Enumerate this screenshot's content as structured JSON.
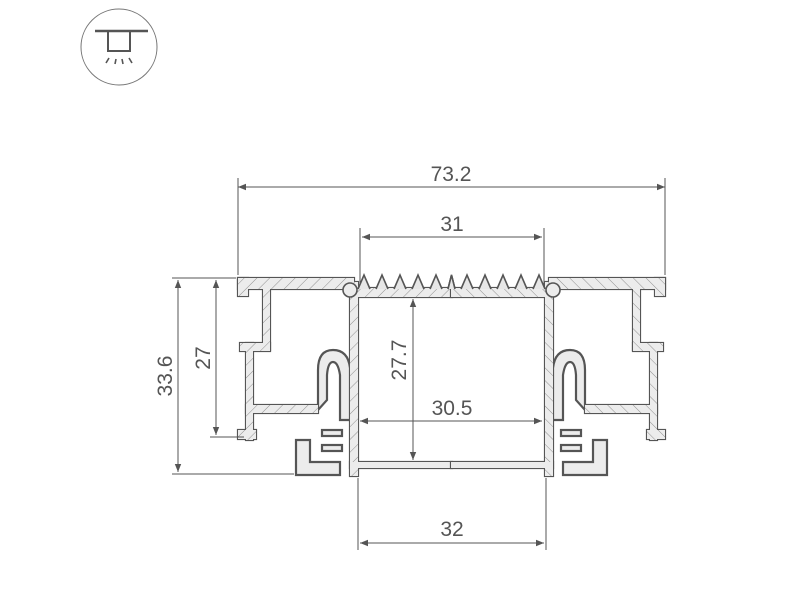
{
  "icon": {
    "name": "recessed-ceiling-light-icon"
  },
  "dimensions": {
    "total_width": "73.2",
    "channel_top_width": "31",
    "total_height": "33.6",
    "flange_height": "27",
    "channel_depth": "27.7",
    "channel_inner_width": "30.5",
    "channel_bottom_width": "32"
  },
  "colors": {
    "line": "#555555",
    "fill": "#ececec"
  }
}
